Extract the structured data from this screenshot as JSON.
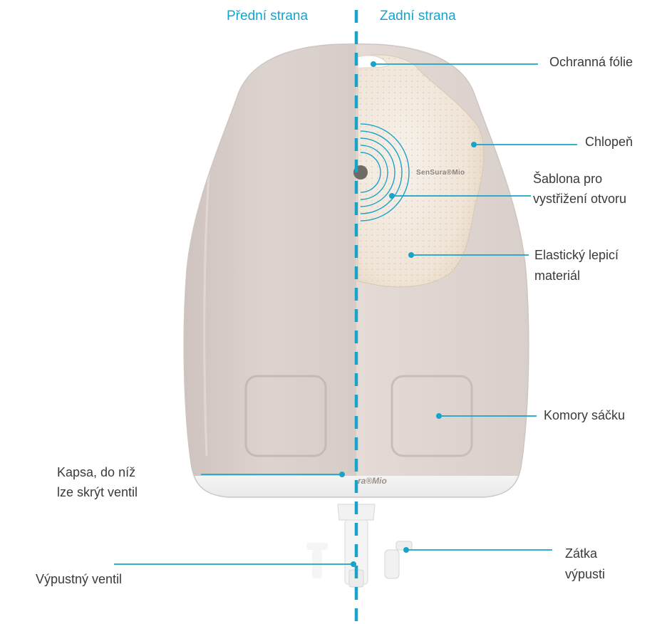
{
  "headers": {
    "front": "Přední strana",
    "back": "Zadní strana"
  },
  "brand": {
    "flange_text": "SenSura®Mio",
    "pouch_text": "ra®Mio"
  },
  "labels": {
    "protective_film": "Ochranná fólie",
    "flap": "Chlopeň",
    "template_line1": "Šablona pro",
    "template_line2": "vystřižení otvoru",
    "adhesive_line1": "Elastický lepicí",
    "adhesive_line2": "materiál",
    "chambers": "Komory sáčku",
    "pocket_line1": "Kapsa, do níž",
    "pocket_line2": "lze skrýt ventil",
    "drain_valve": "Výpustný ventil",
    "plug_line1": "Zátka",
    "plug_line2": "výpusti"
  },
  "colors": {
    "accent": "#1aa3c9",
    "pouch_front": "#d9cfcb",
    "pouch_back": "#e2d9d5",
    "text": "#3a3a3a"
  }
}
